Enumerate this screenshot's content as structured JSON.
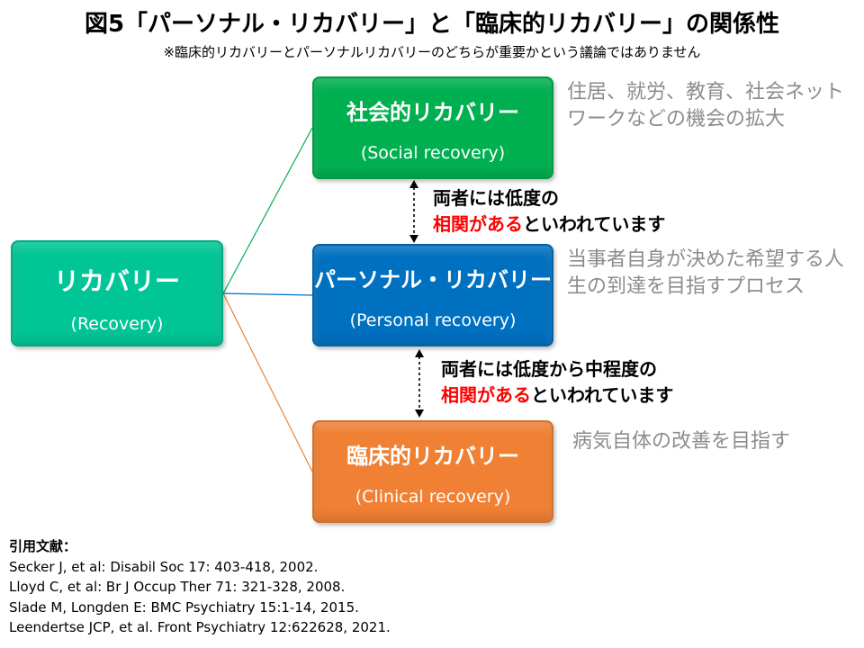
{
  "title": "図5「パーソナル・リカバリー」と「臨床的リカバリー」の関係性",
  "subtitle": "※臨床的リカバリーとパーソナルリカバリーのどちらが重要かという議論ではありません",
  "recovery": {
    "name": "リカバリー",
    "en": "(Recovery)",
    "color": "#00c596"
  },
  "social": {
    "name": "社会的リカバリー",
    "en": "(Social recovery)",
    "color": "#00b050",
    "desc_line1": "住居、就労、教育、社会ネット",
    "desc_line2": "ワークなどの機会の拡大"
  },
  "personal": {
    "name": "パーソナル・リカバリー",
    "en": "(Personal recovery)",
    "color": "#0070c0",
    "desc_line1": "当事者自身が決めた希望する人",
    "desc_line2": "生の到達を目指すプロセス"
  },
  "clinical": {
    "name": "臨床的リカバリー",
    "en": "(Clinical recovery)",
    "color": "#f08033",
    "desc_line1": "病気自体の改善を目指す"
  },
  "corr_upper": {
    "line1": "両者には低度の",
    "highlight": "相関がある",
    "rest": "といわれています"
  },
  "corr_lower": {
    "line1": "両者には低度から中程度の",
    "highlight": "相関がある",
    "rest": "といわれています"
  },
  "references": {
    "title": "引用文献：",
    "items": [
      "Secker J, et al: Disabil Soc 17: 403-418, 2002.",
      "Lloyd C, et al: Br J Occup Ther 71: 321-328, 2008.",
      "Slade M, Longden E: BMC Psychiatry 15:1-14, 2015.",
      "Leendertse JCP, et al. Front Psychiatry 12:622628, 2021."
    ]
  }
}
